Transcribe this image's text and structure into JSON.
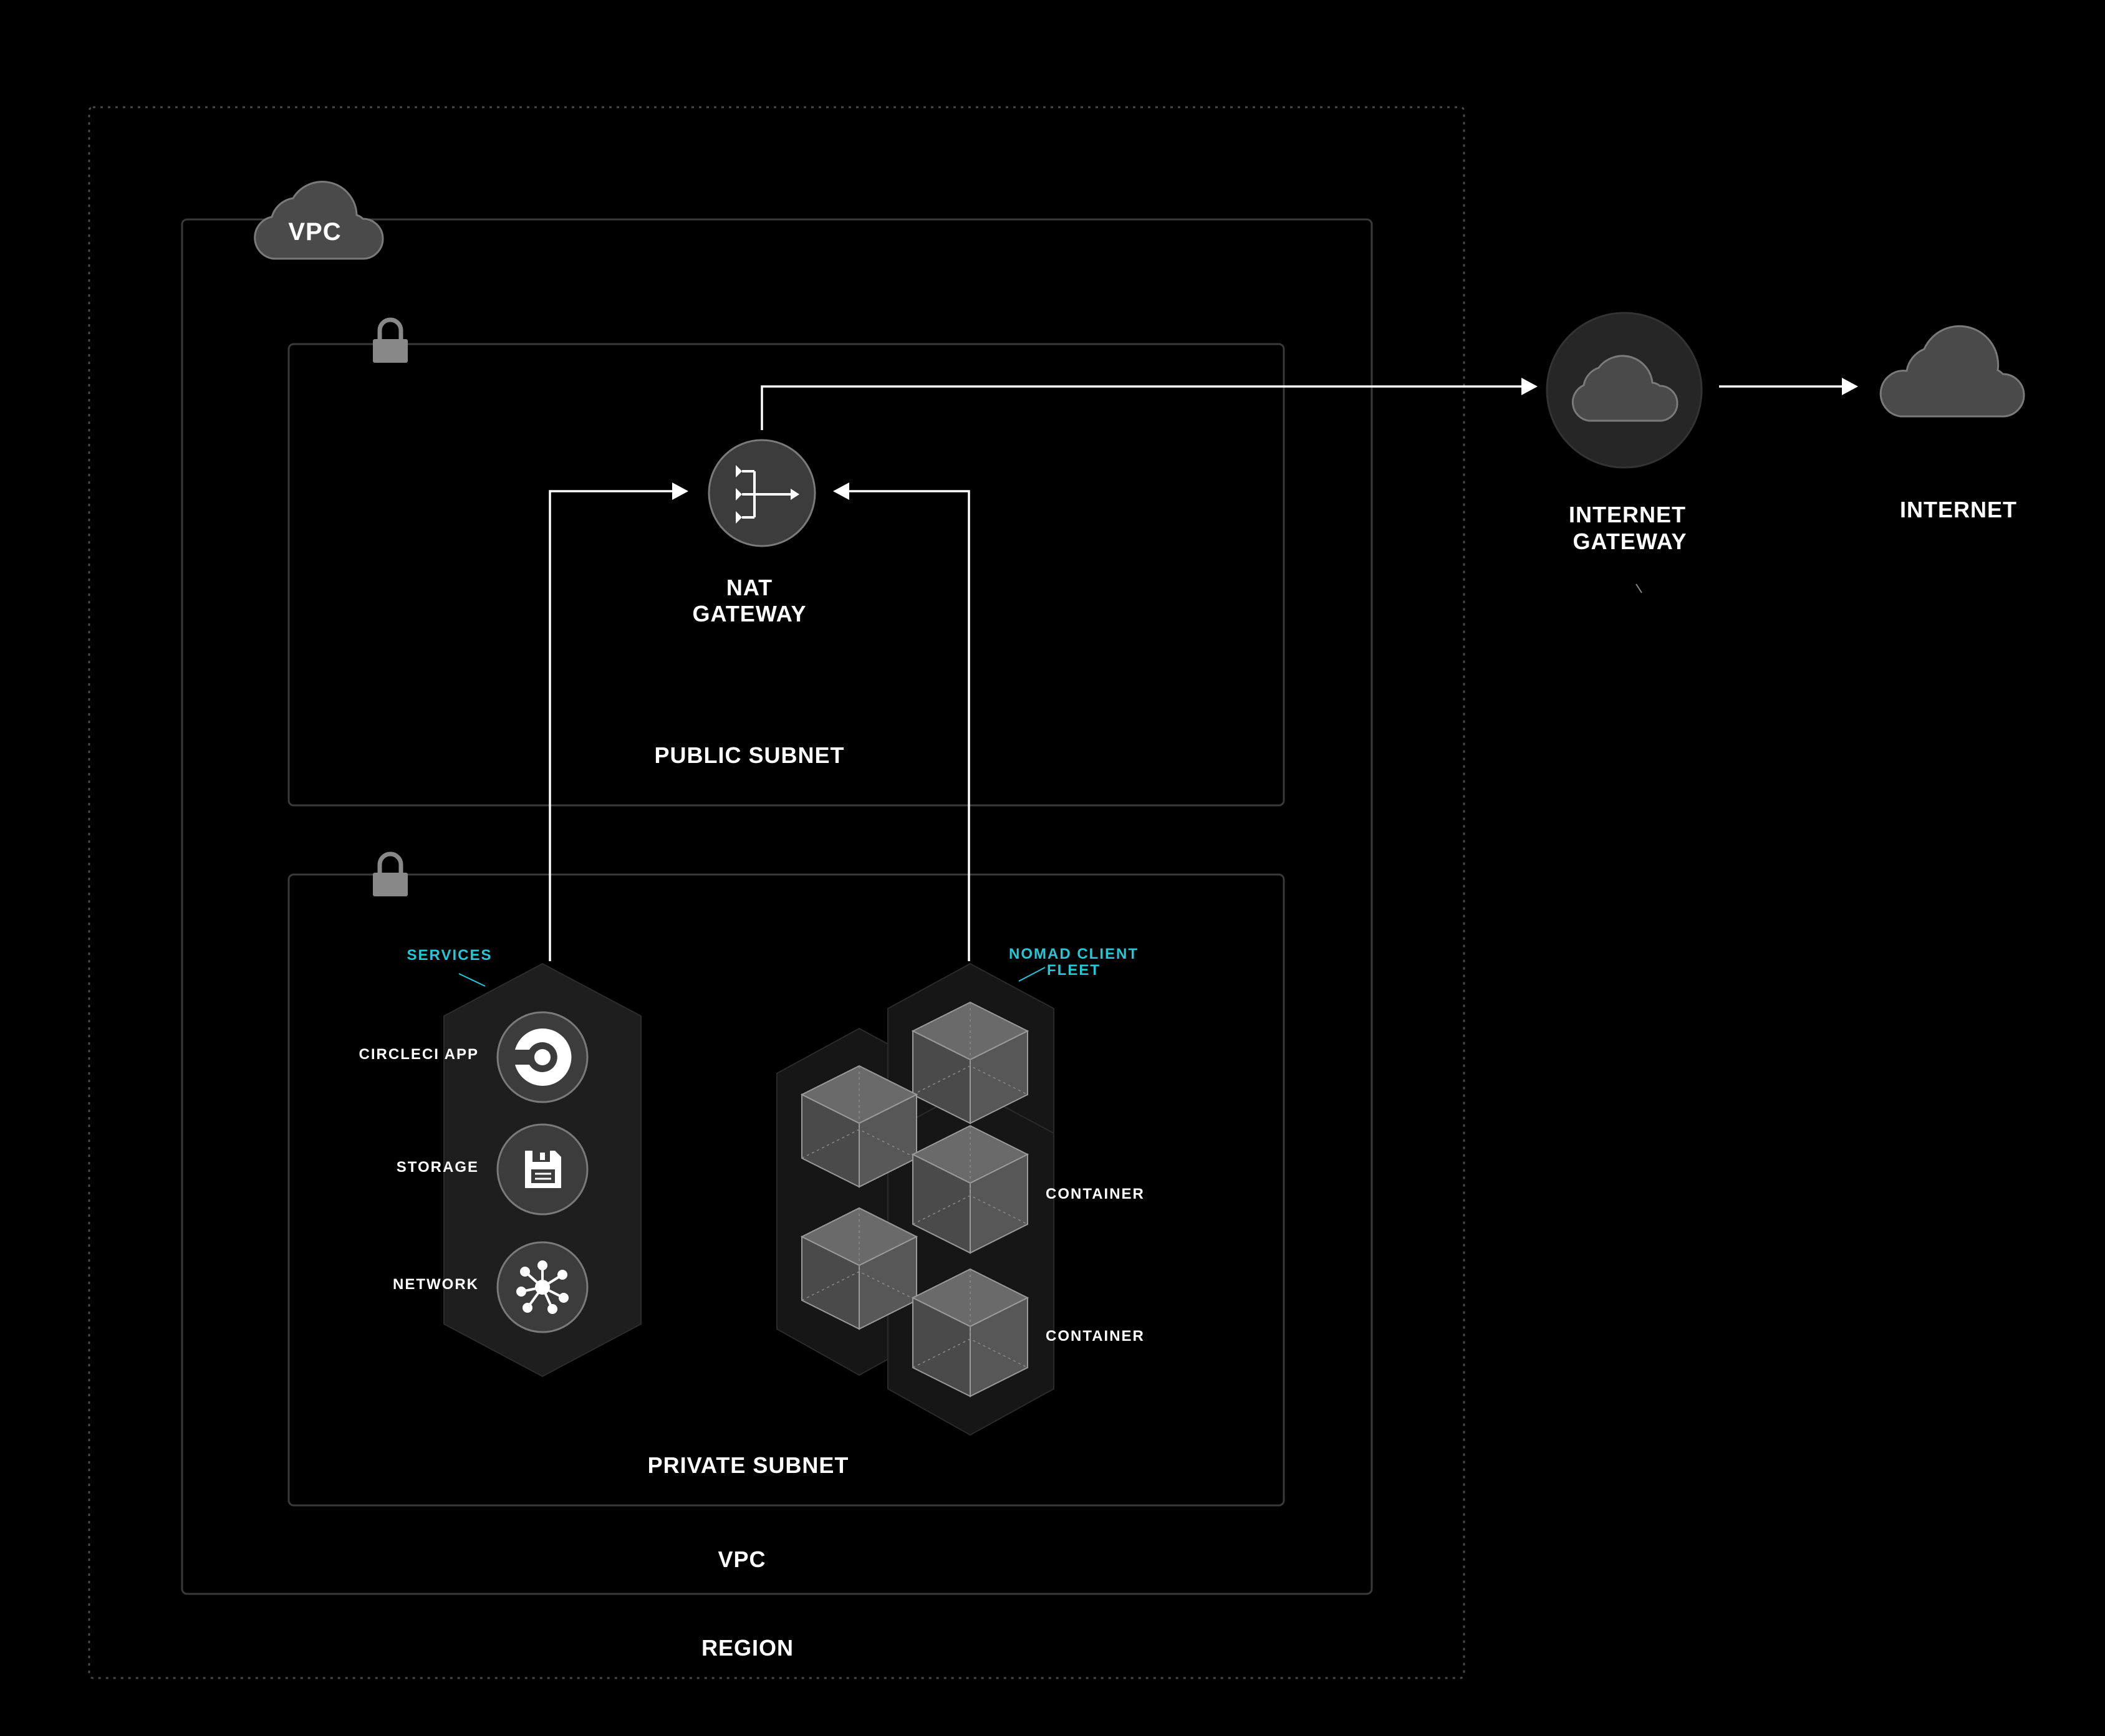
{
  "labels": {
    "vpc_badge": "VPC",
    "nat_gateway_line1": "NAT",
    "nat_gateway_line2": "GATEWAY",
    "internet_gateway_line1": "INTERNET",
    "internet_gateway_line2": "GATEWAY",
    "internet": "INTERNET",
    "public_subnet": "PUBLIC SUBNET",
    "private_subnet": "PRIVATE SUBNET",
    "vpc": "VPC",
    "region": "REGION",
    "services": "SERVICES",
    "nomad_fleet_line1": "NOMAD CLIENT",
    "nomad_fleet_line2": "FLEET",
    "circleci_app": "CIRCLECI APP",
    "storage": "STORAGE",
    "network": "NETWORK",
    "container_1": "CONTAINER",
    "container_2": "CONTAINER"
  },
  "icons": {
    "vpc_cloud": "cloud-icon",
    "internet_gateway_cloud": "cloud-icon",
    "internet_cloud": "cloud-icon",
    "public_lock": "lock-icon",
    "private_lock": "lock-icon",
    "nat": "nat-gateway-icon",
    "circleci": "circleci-logo-icon",
    "storage": "floppy-disk-icon",
    "network": "network-hub-icon",
    "container": "cube-icon"
  },
  "colors": {
    "background": "#000000",
    "accent_cyan": "#22c8d6",
    "text": "#ffffff",
    "arrow": "#ffffff"
  }
}
